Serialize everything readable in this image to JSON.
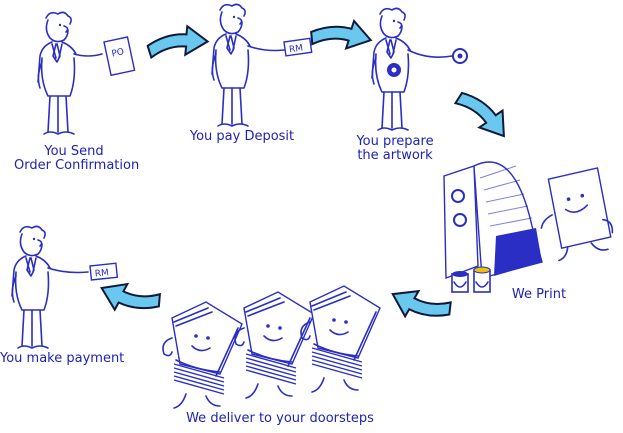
{
  "colors": {
    "ink": "#2a2ec4",
    "text": "#1f22b8",
    "arrow_light": "#6ac8ee",
    "arrow_dark": "#0f1a3a"
  },
  "steps": [
    {
      "label": "You Send\nOrder Confirmation",
      "tag": "PO"
    },
    {
      "label": "You pay Deposit",
      "tag": "RM"
    },
    {
      "label": "You prepare\nthe artwork",
      "tag": ""
    },
    {
      "label": "We Print",
      "tag": ""
    },
    {
      "label": "We deliver to your doorsteps",
      "tag": ""
    },
    {
      "label": "You make payment",
      "tag": "RM"
    }
  ]
}
